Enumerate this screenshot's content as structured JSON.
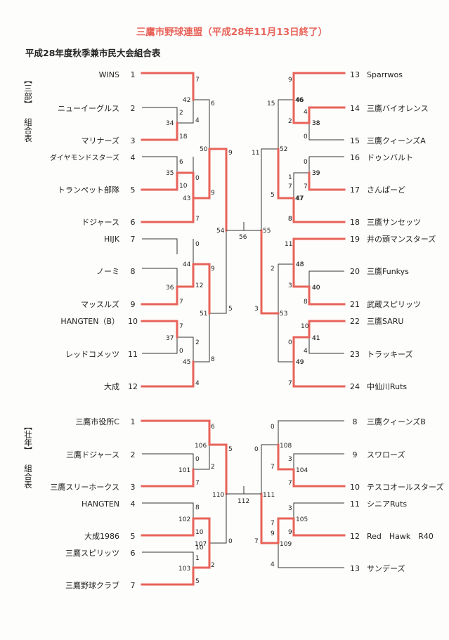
{
  "title": "三鷹市野球連盟（平成28年11月13日終了）",
  "subtitle": "平成28年度秋季兼市民大会組合表",
  "colors": {
    "winner_line": "#e8635a",
    "loser_line": "#333333",
    "title_text": "#e8635a"
  },
  "sections": [
    {
      "label_part1": "【三部】",
      "label_part2": "組合表",
      "teams_left": [
        {
          "no": "1",
          "name": "WINS"
        },
        {
          "no": "2",
          "name": "ニューイーグルス"
        },
        {
          "no": "3",
          "name": "マリナーズ"
        },
        {
          "no": "4",
          "name": "ダイヤモンドスターズ"
        },
        {
          "no": "5",
          "name": "トランペット部隊"
        },
        {
          "no": "6",
          "name": "ドジャース"
        },
        {
          "no": "7",
          "name": "HIJK"
        },
        {
          "no": "8",
          "name": "ノーミ"
        },
        {
          "no": "9",
          "name": "マッスルズ"
        },
        {
          "no": "10",
          "name": "HANGTEN（B）"
        },
        {
          "no": "11",
          "name": "レッドコメッツ"
        },
        {
          "no": "12",
          "name": "大成"
        }
      ],
      "teams_right": [
        {
          "no": "13",
          "name": "Sparrwos"
        },
        {
          "no": "14",
          "name": "三鷹バイオレンス"
        },
        {
          "no": "15",
          "name": "三鷹クィーンズA"
        },
        {
          "no": "16",
          "name": "ドゥンバルト"
        },
        {
          "no": "17",
          "name": "さんぱーど"
        },
        {
          "no": "18",
          "name": "三鷹サンセッツ"
        },
        {
          "no": "19",
          "name": "井の頭マンスターズ"
        },
        {
          "no": "20",
          "name": "三鷹Funkys"
        },
        {
          "no": "21",
          "name": "武蔵スピリッツ"
        },
        {
          "no": "22",
          "name": "三鷹SARU"
        },
        {
          "no": "23",
          "name": "トラッキーズ"
        },
        {
          "no": "24",
          "name": "中仙川Ruts"
        }
      ],
      "game_numbers": [
        "34",
        "35",
        "36",
        "37",
        "38",
        "39",
        "40",
        "41",
        "42",
        "43",
        "44",
        "45",
        "46",
        "47",
        "48",
        "49",
        "50",
        "51",
        "52",
        "53",
        "54",
        "55",
        "56"
      ],
      "scores": [
        "7",
        "2",
        "18",
        "4",
        "6",
        "0",
        "10",
        "7",
        "9",
        "0",
        "12",
        "7",
        "7",
        "0",
        "2",
        "8",
        "4",
        "6",
        "9",
        "9",
        "5",
        "9",
        "2",
        "4",
        "8",
        "0",
        "46",
        "7",
        "38",
        "0",
        "1",
        "39",
        "7",
        "47",
        "5",
        "8",
        "11",
        "48",
        "3",
        "40",
        "8",
        "10",
        "41",
        "4",
        "0",
        "49",
        "7",
        "15",
        "11",
        "2",
        "3"
      ]
    },
    {
      "label_part1": "【壮年】",
      "label_part2": "組合表",
      "teams_left": [
        {
          "no": "1",
          "name": "三鷹市役所C"
        },
        {
          "no": "2",
          "name": "三鷹ドジャース"
        },
        {
          "no": "3",
          "name": "三鷹スリーホークス"
        },
        {
          "no": "4",
          "name": "HANGTEN"
        },
        {
          "no": "5",
          "name": "大成1986"
        },
        {
          "no": "6",
          "name": "三鷹スピリッツ"
        },
        {
          "no": "7",
          "name": "三鷹野球クラブ"
        }
      ],
      "teams_right": [
        {
          "no": "8",
          "name": "三鷹クィーンズB"
        },
        {
          "no": "9",
          "name": "スワローズ"
        },
        {
          "no": "10",
          "name": "テスコオールスターズ"
        },
        {
          "no": "11",
          "name": "シニアRuts"
        },
        {
          "no": "12",
          "name": "Red　Hawk　R40"
        },
        {
          "no": "13",
          "name": "サンデーズ"
        }
      ],
      "game_numbers": [
        "101",
        "102",
        "103",
        "104",
        "105",
        "106",
        "107",
        "108",
        "109",
        "110",
        "111",
        "112"
      ],
      "scores": [
        "6",
        "0",
        "2",
        "7",
        "5",
        "8",
        "1",
        "10",
        "5",
        "2",
        "10",
        "0",
        "0",
        "3",
        "7",
        "7",
        "3",
        "9",
        "4",
        "0",
        "7",
        "9",
        "7"
      ]
    }
  ]
}
